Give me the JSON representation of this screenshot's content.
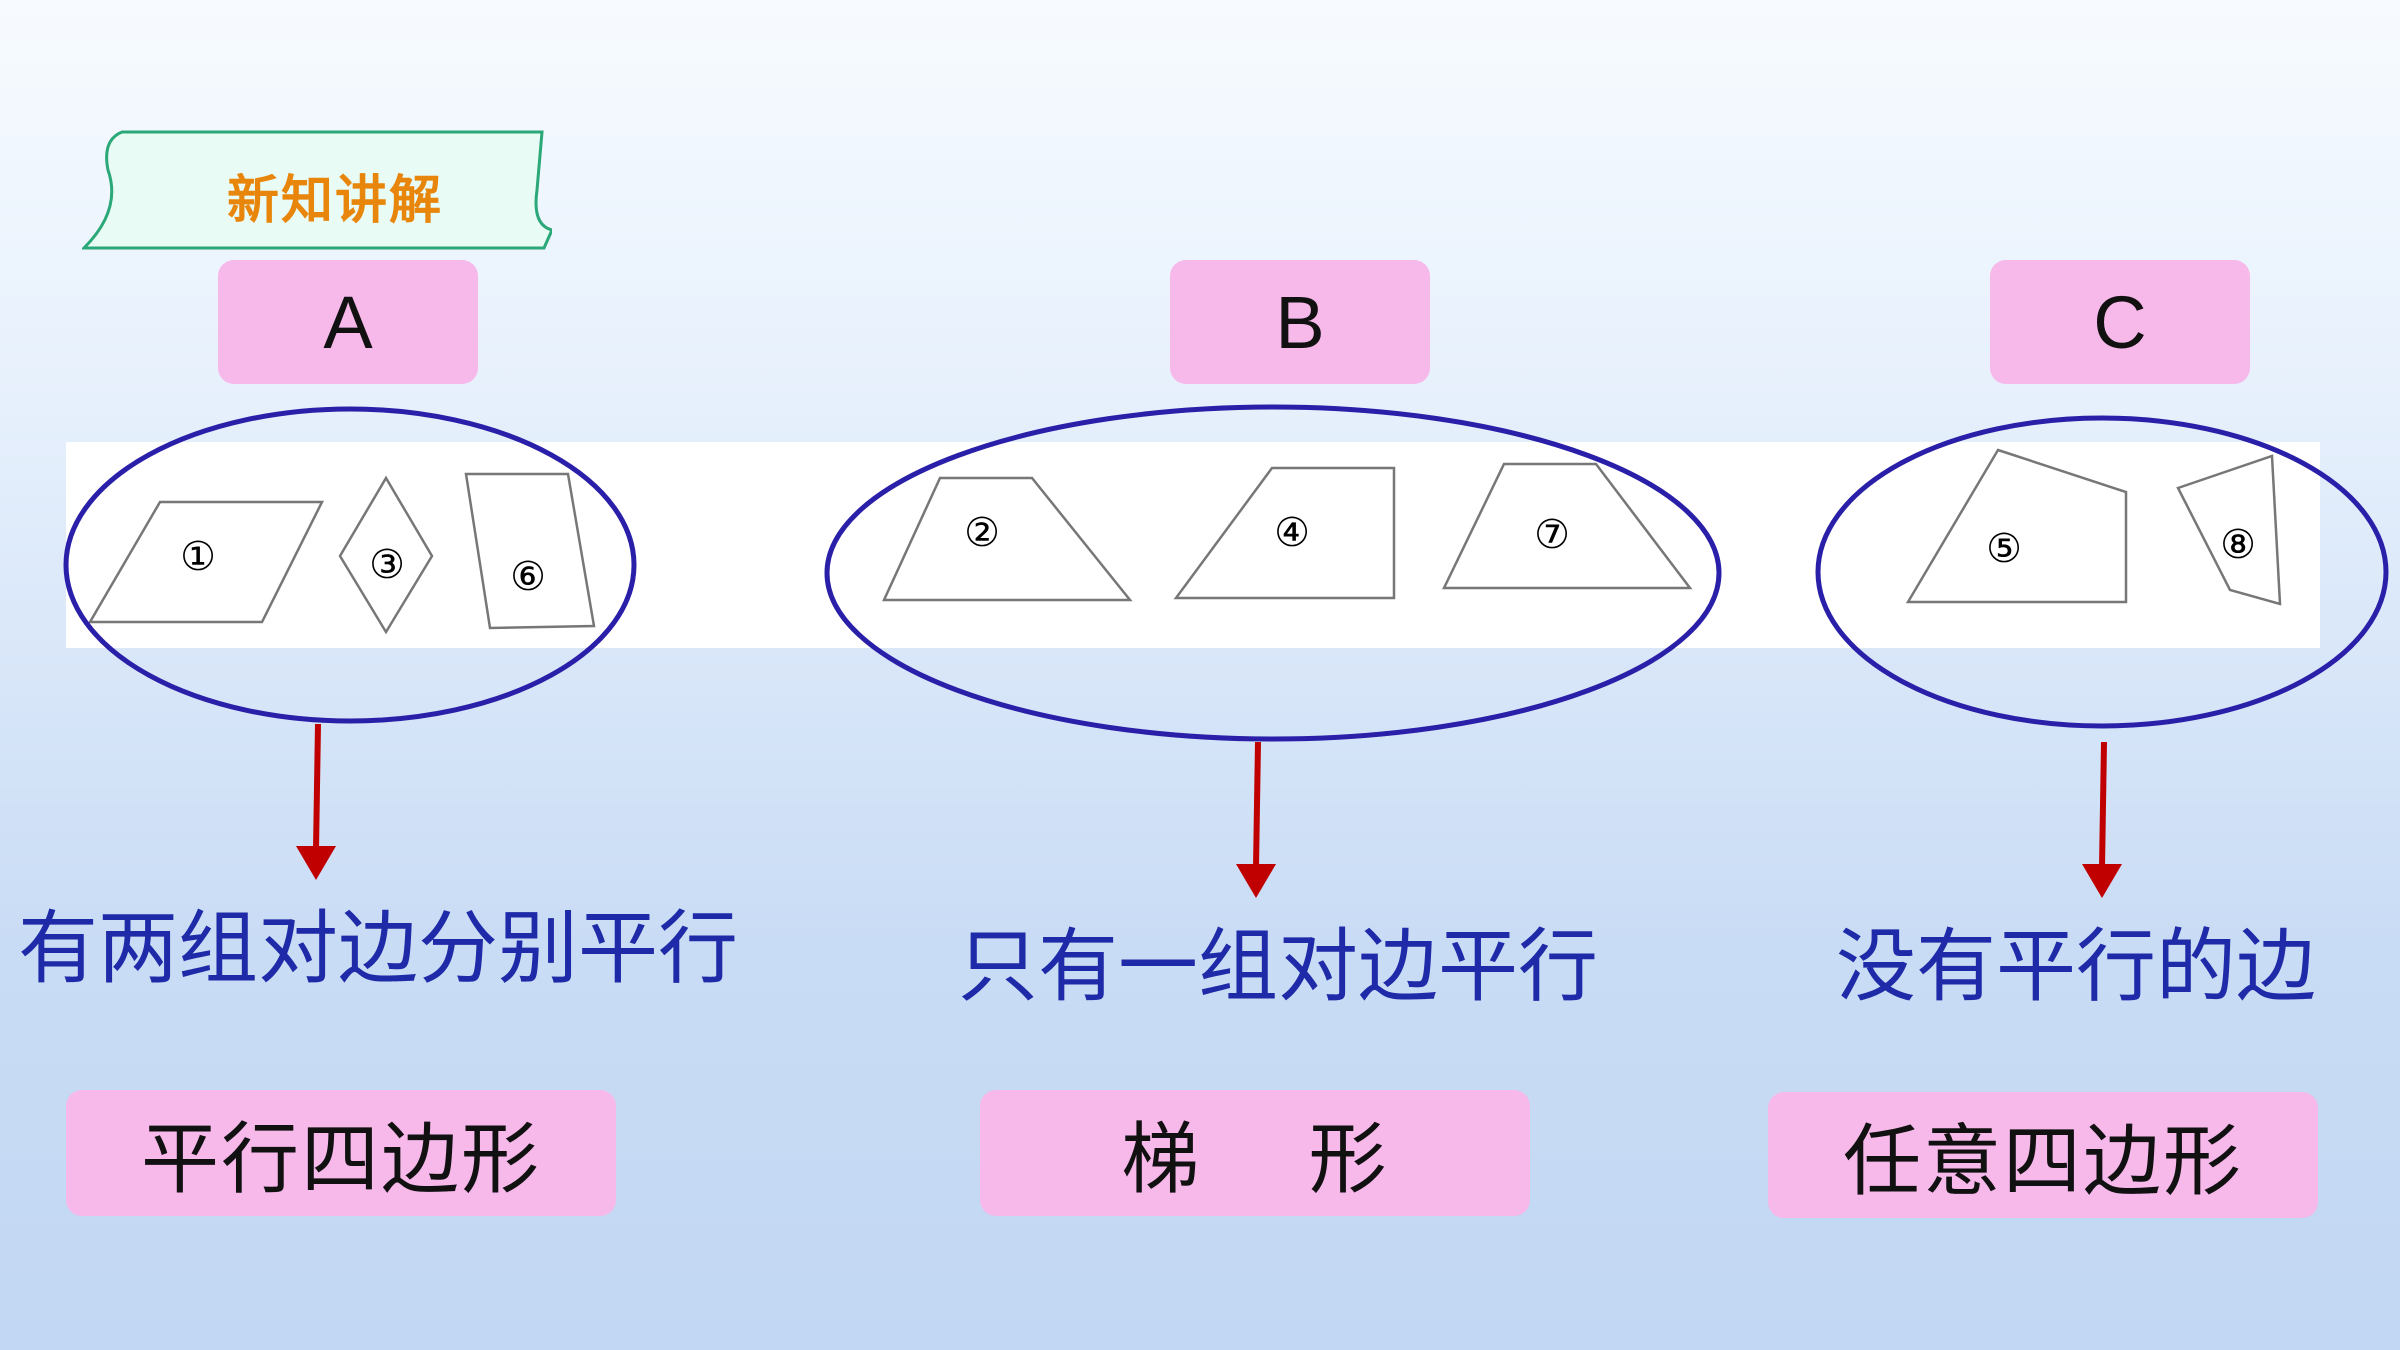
{
  "tag": {
    "label": "新知讲解"
  },
  "groups": [
    {
      "letter": "A",
      "shapes": [
        "①",
        "③",
        "⑥"
      ],
      "description": "有两组对边分别平行",
      "name": "平行四边形"
    },
    {
      "letter": "B",
      "shapes": [
        "②",
        "④",
        "⑦"
      ],
      "description": "只有一组对边平行",
      "name": "梯    形"
    },
    {
      "letter": "C",
      "shapes": [
        "⑤",
        "⑧"
      ],
      "description": "没有平行的边",
      "name": "任意四边形"
    }
  ],
  "colors": {
    "ellipse": "#2a1fa8",
    "arrow": "#c00000",
    "pink_box": "#f7b8ea",
    "tag_text": "#e8860c",
    "tag_border": "#2aa878",
    "description_text": "#1f2aa8"
  }
}
